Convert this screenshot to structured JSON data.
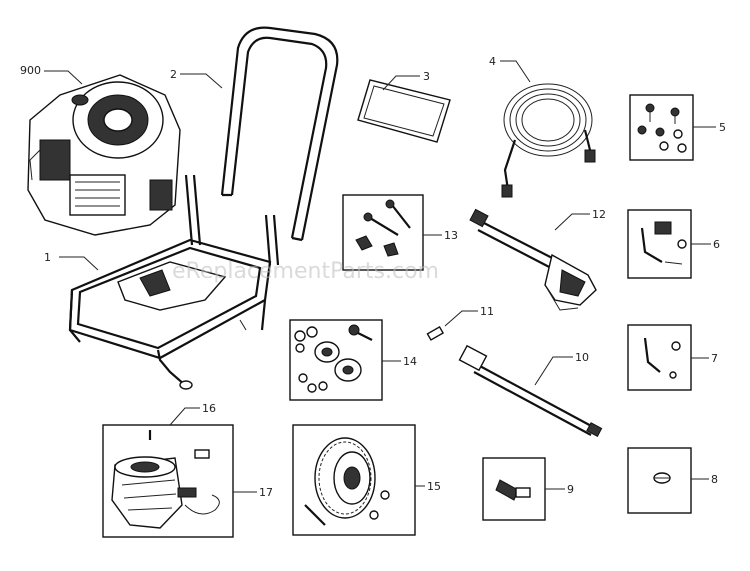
{
  "watermark": "eReplacementParts.com",
  "callouts": [
    {
      "id": "900",
      "text": "900"
    },
    {
      "id": "1",
      "text": "1"
    },
    {
      "id": "2",
      "text": "2"
    },
    {
      "id": "3",
      "text": "3"
    },
    {
      "id": "4",
      "text": "4"
    },
    {
      "id": "5",
      "text": "5"
    },
    {
      "id": "6",
      "text": "6"
    },
    {
      "id": "7",
      "text": "7"
    },
    {
      "id": "8",
      "text": "8"
    },
    {
      "id": "9",
      "text": "9"
    },
    {
      "id": "10",
      "text": "10"
    },
    {
      "id": "11",
      "text": "11"
    },
    {
      "id": "12",
      "text": "12"
    },
    {
      "id": "13",
      "text": "13"
    },
    {
      "id": "14",
      "text": "14"
    },
    {
      "id": "15",
      "text": "15"
    },
    {
      "id": "16",
      "text": "16"
    },
    {
      "id": "17",
      "text": "17"
    }
  ]
}
